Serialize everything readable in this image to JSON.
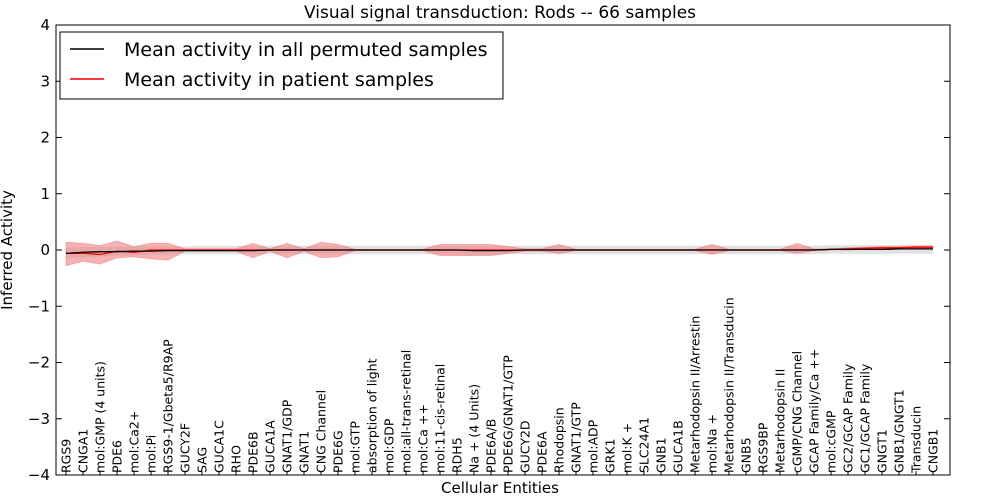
{
  "chart_data": {
    "type": "line",
    "title": "Visual signal transduction: Rods -- 66 samples",
    "xlabel": "Cellular Entities",
    "ylabel": "Inferred Activity",
    "ylim": [
      -4,
      4
    ],
    "yticks": [
      "−4",
      "−3",
      "−2",
      "−1",
      "0",
      "1",
      "2",
      "3",
      "4"
    ],
    "grid": false,
    "legend_position": "top-left",
    "categories": [
      "RGS9",
      "CNGA1",
      "mol:GMP (4 units)",
      "PDE6",
      "mol:Ca2+",
      "mol:Pi",
      "RGS9-1/Gbeta5/R9AP",
      "GUCY2F",
      "SAG",
      "GUCA1C",
      "RHO",
      "PDE6B",
      "GUCA1A",
      "GNAT1/GDP",
      "GNAT1",
      "CNG Channel",
      "PDE6G",
      "mol:GTP",
      "absorption of light",
      "mol:GDP",
      "mol:all-trans-retinal",
      "mol:Ca ++",
      "mol:11-cis-retinal",
      "RDH5",
      "Na + (4 Units)",
      "PDE6A/B",
      "PDE6G/GNAT1/GTP",
      "GUCY2D",
      "PDE6A",
      "Rhodopsin",
      "GNAT1/GTP",
      "mol:ADP",
      "GRK1",
      "mol:K +",
      "SLC24A1",
      "GNB1",
      "GUCA1B",
      "Metarhodopsin II/Arrestin",
      "mol:Na +",
      "Metarhodopsin II/Transducin",
      "GNB5",
      "RGS9BP",
      "Metarhodopsin II",
      "cGMP/CNG Channel",
      "GCAP Family/Ca ++",
      "mol:cGMP",
      "GC2/GCAP Family",
      "GC1/GCAP Family",
      "GNGT1",
      "GNB1/GNGT1",
      "Transducin",
      "CNGB1"
    ],
    "series": [
      {
        "name": "Mean activity in all permuted samples",
        "color": "#000000",
        "band_color": "#c8c8c8",
        "values": [
          -0.06,
          -0.04,
          -0.03,
          -0.03,
          -0.02,
          -0.02,
          -0.01,
          -0.01,
          -0.01,
          -0.01,
          -0.01,
          -0.01,
          0,
          0,
          0,
          0,
          0,
          0,
          0,
          0,
          0,
          0,
          0,
          0,
          -0.01,
          -0.01,
          -0.01,
          0,
          0,
          0,
          0,
          0,
          0,
          0,
          0,
          0,
          0,
          0,
          0,
          0,
          0,
          0,
          0,
          0,
          0,
          0.01,
          0.01,
          0.01,
          0.01,
          0.02,
          0.02,
          0.02
        ],
        "lower": [
          -0.14,
          -0.12,
          -0.11,
          -0.1,
          -0.09,
          -0.08,
          -0.08,
          -0.07,
          -0.07,
          -0.07,
          -0.07,
          -0.07,
          -0.07,
          -0.07,
          -0.07,
          -0.07,
          -0.07,
          -0.07,
          -0.07,
          -0.07,
          -0.07,
          -0.07,
          -0.07,
          -0.08,
          -0.08,
          -0.08,
          -0.07,
          -0.07,
          -0.07,
          -0.07,
          -0.07,
          -0.07,
          -0.07,
          -0.07,
          -0.07,
          -0.07,
          -0.07,
          -0.07,
          -0.07,
          -0.07,
          -0.07,
          -0.07,
          -0.07,
          -0.07,
          -0.07,
          -0.06,
          -0.06,
          -0.06,
          -0.06,
          -0.06,
          -0.06,
          -0.06
        ],
        "upper": [
          0.04,
          0.05,
          0.05,
          0.05,
          0.06,
          0.06,
          0.06,
          0.06,
          0.07,
          0.07,
          0.07,
          0.07,
          0.07,
          0.07,
          0.07,
          0.07,
          0.07,
          0.07,
          0.07,
          0.07,
          0.07,
          0.07,
          0.07,
          0.07,
          0.07,
          0.07,
          0.07,
          0.07,
          0.07,
          0.07,
          0.07,
          0.07,
          0.07,
          0.07,
          0.07,
          0.07,
          0.07,
          0.07,
          0.07,
          0.07,
          0.07,
          0.07,
          0.07,
          0.07,
          0.07,
          0.08,
          0.08,
          0.08,
          0.08,
          0.09,
          0.09,
          0.09
        ]
      },
      {
        "name": "Mean activity in patient samples",
        "color": "#ff0000",
        "band_color": "#f08080",
        "values": [
          -0.06,
          -0.06,
          -0.08,
          -0.02,
          -0.04,
          0.0,
          0.0,
          0.0,
          0.0,
          0.0,
          0.0,
          0.0,
          0.0,
          0.0,
          0.0,
          0.0,
          0.0,
          0.0,
          0.0,
          0.0,
          0.0,
          0.0,
          0.0,
          0.0,
          0.0,
          0.0,
          0.0,
          0.0,
          0.0,
          0.0,
          0.0,
          0.0,
          0.0,
          0.0,
          0.0,
          0.0,
          0.0,
          0.0,
          0.0,
          0.0,
          0.0,
          0.0,
          0.0,
          0.0,
          0.0,
          0.01,
          0.02,
          0.03,
          0.04,
          0.04,
          0.05,
          0.05
        ],
        "lower": [
          -0.28,
          -0.2,
          -0.25,
          -0.14,
          -0.12,
          -0.16,
          -0.18,
          -0.02,
          -0.02,
          -0.02,
          -0.02,
          -0.14,
          -0.02,
          -0.14,
          -0.02,
          -0.14,
          -0.12,
          -0.01,
          -0.01,
          -0.01,
          -0.01,
          -0.01,
          -0.1,
          -0.1,
          -0.1,
          -0.1,
          -0.06,
          -0.02,
          -0.02,
          -0.06,
          -0.01,
          -0.01,
          -0.01,
          -0.01,
          -0.01,
          -0.01,
          -0.01,
          -0.01,
          -0.08,
          -0.01,
          -0.01,
          -0.01,
          -0.01,
          -0.06,
          -0.01,
          0.0,
          0.0,
          0.01,
          0.02,
          0.02,
          0.03,
          0.03
        ],
        "upper": [
          0.14,
          0.12,
          0.08,
          0.16,
          0.06,
          0.12,
          0.12,
          0.02,
          0.02,
          0.02,
          0.02,
          0.12,
          0.02,
          0.12,
          0.02,
          0.14,
          0.1,
          0.01,
          0.01,
          0.01,
          0.01,
          0.01,
          0.1,
          0.1,
          0.1,
          0.1,
          0.06,
          0.02,
          0.02,
          0.1,
          0.01,
          0.01,
          0.01,
          0.01,
          0.01,
          0.01,
          0.01,
          0.01,
          0.1,
          0.01,
          0.01,
          0.01,
          0.01,
          0.12,
          0.02,
          0.02,
          0.04,
          0.05,
          0.06,
          0.06,
          0.07,
          0.07
        ]
      }
    ]
  }
}
